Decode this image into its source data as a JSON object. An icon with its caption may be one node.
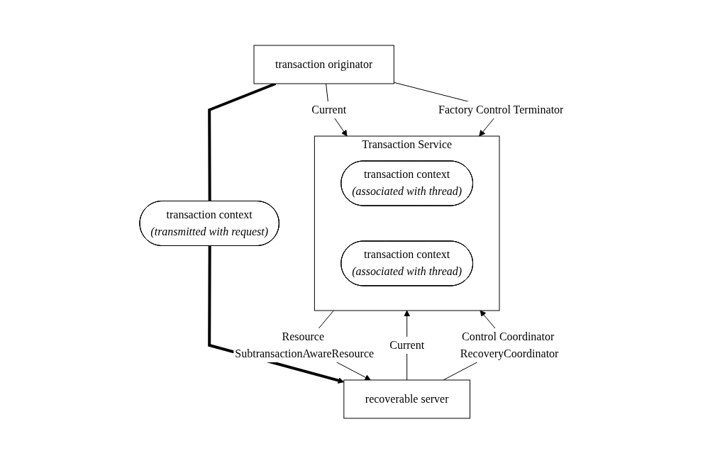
{
  "diagram": {
    "nodes": [
      {
        "text": [
          "transaction originator"
        ]
      },
      {
        "text": [
          "transaction context",
          "(transmitted with request)"
        ]
      },
      {
        "text": [
          "recoverable server"
        ]
      },
      {
        "text": [
          "Transaction Service"
        ]
      },
      {
        "text": [
          "transaction context",
          "(associated with thread)"
        ],
        "in": 3
      },
      {
        "text": [
          "transaction context",
          "(associated with thread)"
        ],
        "in": 3
      }
    ],
    "edges": [
      {
        "from": 0,
        "to": 1,
        "arrow": "none",
        "style": "thick"
      },
      {
        "from": 1,
        "to": 2,
        "arrow": "to",
        "style": "thick"
      },
      {
        "from": 0,
        "to": 3,
        "arrow": "to",
        "label": "Current"
      },
      {
        "from": 0,
        "to": 3,
        "arrow": "to",
        "label": "Factory Control Terminator"
      },
      {
        "from": 3,
        "to": 2,
        "arrow": "to",
        "label": "Resource SubtransactionAwareResource"
      },
      {
        "from": 2,
        "to": 3,
        "arrow": "to",
        "label": "Current"
      },
      {
        "from": 2,
        "to": 3,
        "arrow": "to",
        "label": "Control Coordinator RecoveryCoordinator"
      }
    ]
  }
}
